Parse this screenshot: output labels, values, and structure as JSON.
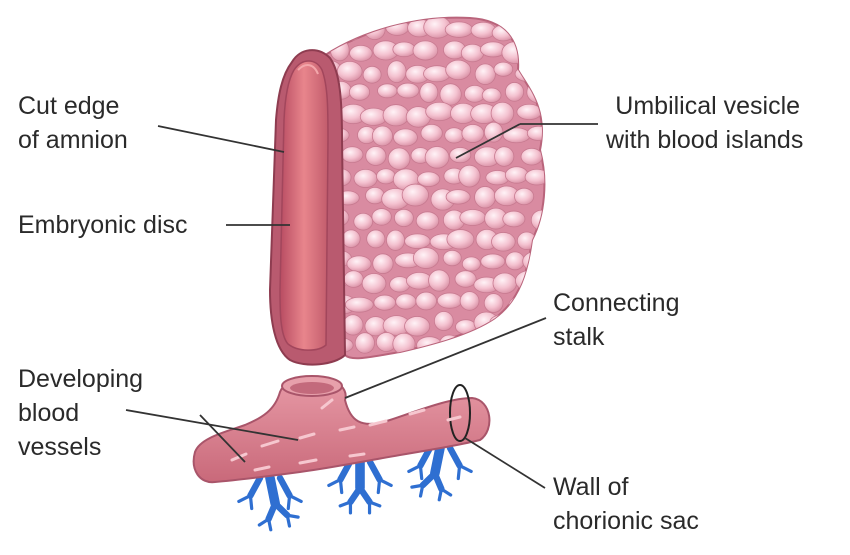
{
  "labels": {
    "cut_edge": [
      "Cut edge",
      "of amnion"
    ],
    "umbilical_vesicle": [
      "Umbilical vesicle",
      "with blood islands"
    ],
    "embryonic_disc": [
      "Embryonic disc"
    ],
    "connecting_stalk": [
      "Connecting",
      "stalk"
    ],
    "developing_vessels": [
      "Developing",
      "blood",
      "vessels"
    ],
    "chorionic_wall": [
      "Wall of",
      "chorionic sac"
    ]
  },
  "colors": {
    "vesicle_base": "#d9899f",
    "bubble_fill": "#f6c9d6",
    "bubble_highlight": "#fdeaf0",
    "amnion_outer": "#c75a6d",
    "amnion_inner": "#e98a8e",
    "stalk_fill": "#d97f8c",
    "villi_blue": "#2f6fd1",
    "leader_line": "#333333"
  }
}
